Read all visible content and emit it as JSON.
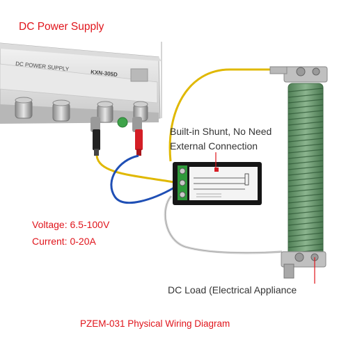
{
  "labels": {
    "power_supply": "DC Power Supply",
    "shunt_line1": "Built-in Shunt, No Need",
    "shunt_line2": "External Connection",
    "voltage": "Voltage: 6.5-100V",
    "current": "Current: 0-20A",
    "load": "DC Load (Electrical Appliance",
    "title": "PZEM-031 Physical Wiring Diagram"
  },
  "device_text": {
    "psu_panel": "DC POWER SUPPLY",
    "psu_model": "KXN-305D"
  },
  "colors": {
    "label_red": "#e0141b",
    "wire_yellow": "#e0b800",
    "wire_blue": "#1f4fb5",
    "wire_white": "#e8e8e8",
    "terminal_green": "#2e9a3a",
    "resistor_green": "#6f9d73"
  }
}
